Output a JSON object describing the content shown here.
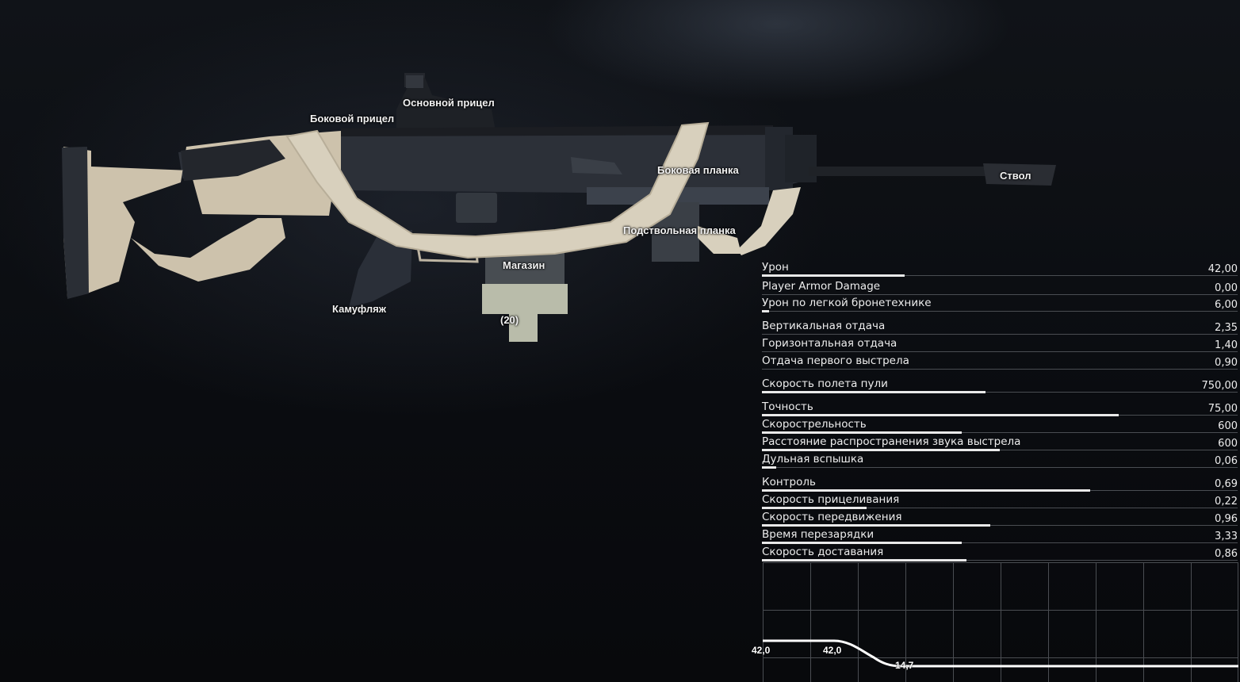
{
  "attachments": {
    "side_sight": "Боковой прицел",
    "main_sight": "Основной прицел",
    "side_rail": "Боковая планка",
    "barrel": "Ствол",
    "underbarrel_rail": "Подствольная планка",
    "magazine": "Магазин",
    "magazine_capacity": "(20)",
    "camouflage": "Камуфляж"
  },
  "stats": [
    {
      "label": "Урон",
      "value": "42,00",
      "fill": 0.3
    },
    {
      "label": "Player Armor Damage",
      "value": "0,00",
      "fill": 0.0
    },
    {
      "label": "Урон по легкой бронетехнике",
      "value": "6,00",
      "fill": 0.015
    },
    {
      "label": "Вертикальная отдача",
      "value": "2,35",
      "fill": 0.0
    },
    {
      "label": "Горизонтальная отдача",
      "value": "1,40",
      "fill": 0.0
    },
    {
      "label": "Отдача первого выстрела",
      "value": "0,90",
      "fill": 0.0
    },
    {
      "label": "Скорость полета пули",
      "value": "750,00",
      "fill": 0.47
    },
    {
      "label": "Точность",
      "value": "75,00",
      "fill": 0.75
    },
    {
      "label": "Скорострельность",
      "value": "600",
      "fill": 0.42
    },
    {
      "label": "Расстояние распространения звука выстрела",
      "value": "600",
      "fill": 0.5
    },
    {
      "label": "Дульная вспышка",
      "value": "0,06",
      "fill": 0.03
    },
    {
      "label": "Контроль",
      "value": "0,69",
      "fill": 0.69
    },
    {
      "label": "Скорость прицеливания",
      "value": "0,22",
      "fill": 0.22
    },
    {
      "label": "Скорость передвижения",
      "value": "0,96",
      "fill": 0.48
    },
    {
      "label": "Время перезарядки",
      "value": "3,33",
      "fill": 0.42
    },
    {
      "label": "Скорость доставания",
      "value": "0,86",
      "fill": 0.43
    }
  ],
  "falloff": {
    "labels": [
      "42,0",
      "42,0",
      "14,7"
    ]
  },
  "colors": {
    "weapon_tan": "#cfc3ac",
    "weapon_dark": "#2b2f36",
    "bar_fill": "#e9e9e9",
    "grid_line": "#4a4d52"
  }
}
